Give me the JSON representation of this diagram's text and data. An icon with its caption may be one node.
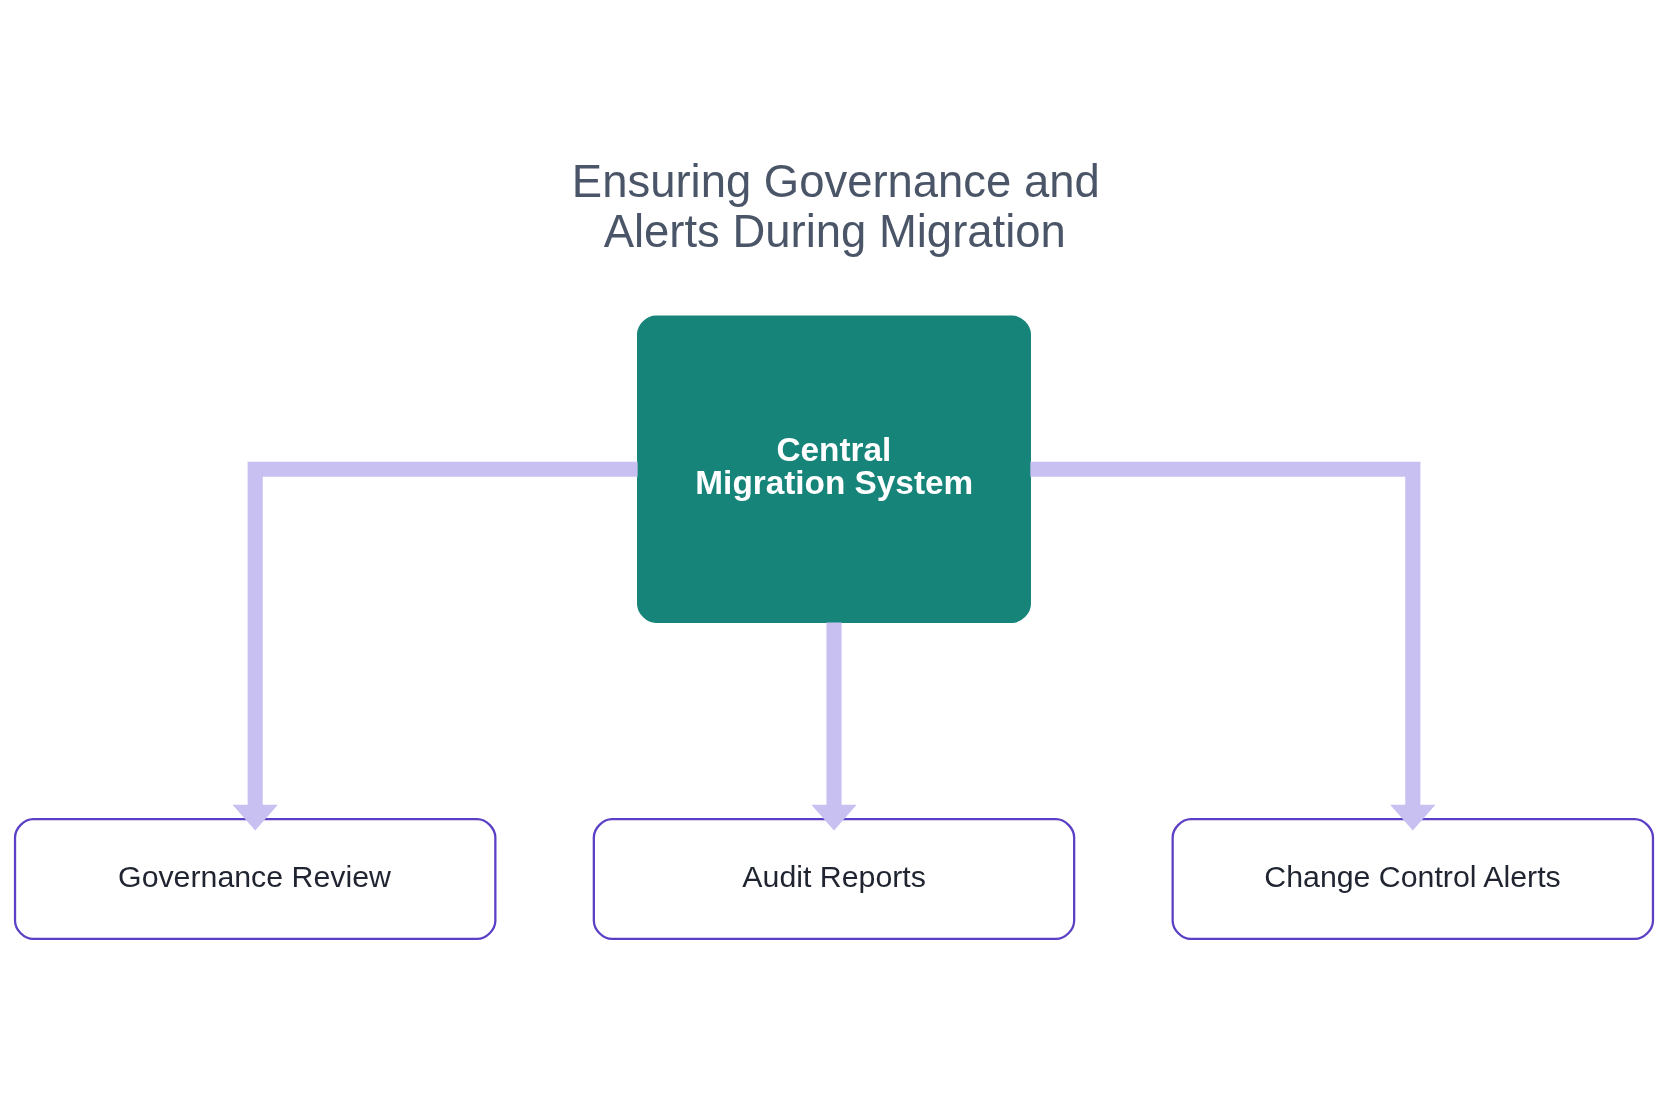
{
  "diagram": {
    "title": "Ensuring Governance and Alerts During Migration",
    "nodes": [
      {
        "text": [
          "Central Migration System"
        ]
      },
      {
        "text": [
          "Governance Review"
        ]
      },
      {
        "text": [
          "Audit Reports"
        ]
      },
      {
        "text": [
          "Change Control Alerts"
        ]
      }
    ],
    "edges": [
      {
        "from": 0,
        "to": 1,
        "arrow": "to"
      },
      {
        "from": 0,
        "to": 2,
        "arrow": "to"
      },
      {
        "from": 0,
        "to": 3,
        "arrow": "to"
      }
    ]
  }
}
